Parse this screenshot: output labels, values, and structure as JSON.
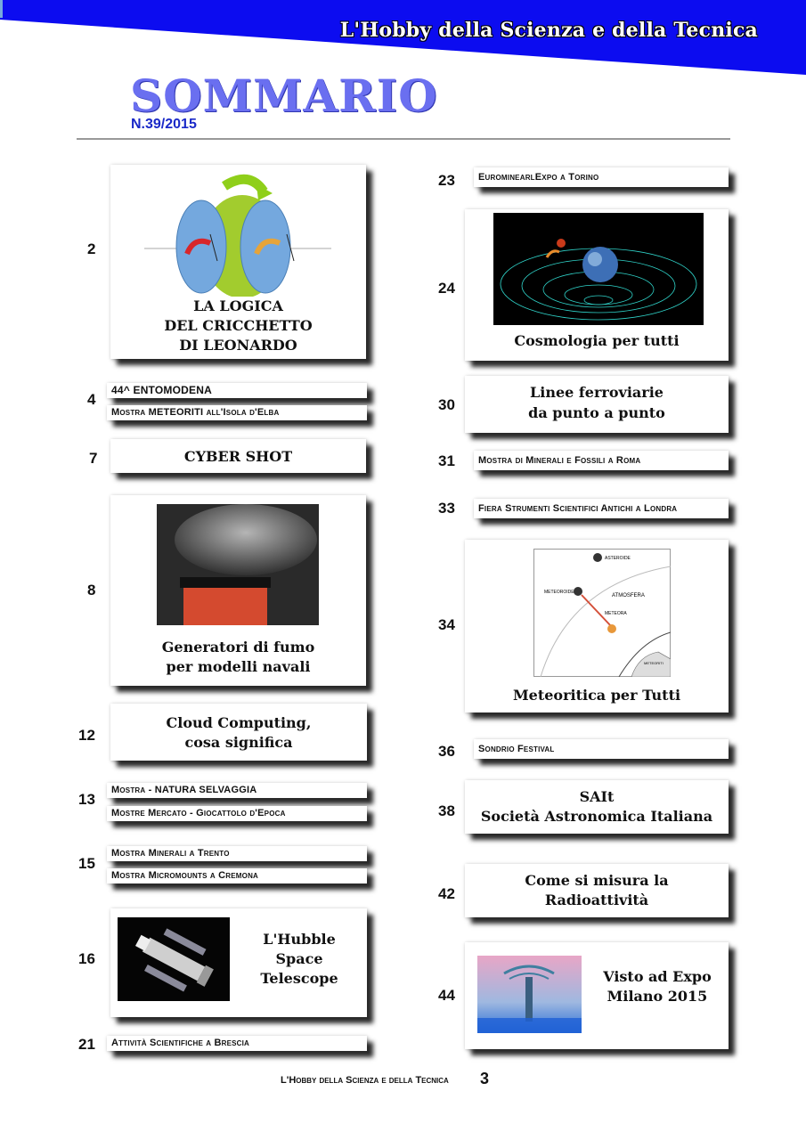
{
  "header": {
    "banner_text": "L'Hobby della Scienza e della Tecnica",
    "title": "SOMMARIO",
    "issue": "N.39/2015"
  },
  "left": {
    "e2": {
      "page": "2",
      "title1": "LA LOGICA",
      "title2": "DEL CRICCHETTO",
      "title3": "DI LEONARDO"
    },
    "e4": {
      "page": "4",
      "line1": "44^ ENTOMODENA",
      "line2": "Mostra METEORITI all'Isola d'Elba"
    },
    "e7": {
      "page": "7",
      "title": "CYBER SHOT"
    },
    "e8": {
      "page": "8",
      "title1": "Generatori di fumo",
      "title2": "per modelli navali"
    },
    "e12": {
      "page": "12",
      "title1": "Cloud Computing,",
      "title2": "cosa significa"
    },
    "e13": {
      "page": "13",
      "line1": "Mostra - NATURA SELVAGGIA",
      "line2": "Mostre Mercato - Giocattolo d'Epoca"
    },
    "e15": {
      "page": "15",
      "line1": "Mostra Minerali a Trento",
      "line2": "Mostra Micromounts a Cremona"
    },
    "e16": {
      "page": "16",
      "title1": "L'Hubble",
      "title2": "Space",
      "title3": "Telescope"
    },
    "e21": {
      "page": "21",
      "line1": "Attività Scientifiche a Brescia"
    }
  },
  "right": {
    "e23": {
      "page": "23",
      "line1": "EurominearlExpo a Torino"
    },
    "e24": {
      "page": "24",
      "title": "Cosmologia per tutti"
    },
    "e30": {
      "page": "30",
      "title1": "Linee ferroviarie",
      "title2": "da punto a punto"
    },
    "e31": {
      "page": "31",
      "line1": "Mostra di Minerali e Fossili a Roma"
    },
    "e33": {
      "page": "33",
      "line1": "Fiera Strumenti Scientifici Antichi a Londra"
    },
    "e34": {
      "page": "34",
      "title": "Meteoritica per Tutti",
      "fig_asteroide": "ASTEROIDE",
      "fig_meteoroide": "METEOROIDE",
      "fig_atmosfera": "ATMOSFERA",
      "fig_meteora": "METEORA",
      "fig_meteoriti": "METEORITI"
    },
    "e36": {
      "page": "36",
      "line1": "Sondrio Festival"
    },
    "e38": {
      "page": "38",
      "title1": "SAIt",
      "title2": "Società Astronomica Italiana"
    },
    "e42": {
      "page": "42",
      "title1": "Come si misura la",
      "title2": "Radioattività"
    },
    "e44": {
      "page": "44",
      "title1": "Visto ad Expo",
      "title2": "Milano 2015"
    }
  },
  "footer": {
    "text": "L'Hobby della Scienza e della Tecnica",
    "page": "3"
  },
  "colors": {
    "banner": "#0c0cf0",
    "title": "#6a6ff0",
    "issue": "#1a29c8"
  }
}
